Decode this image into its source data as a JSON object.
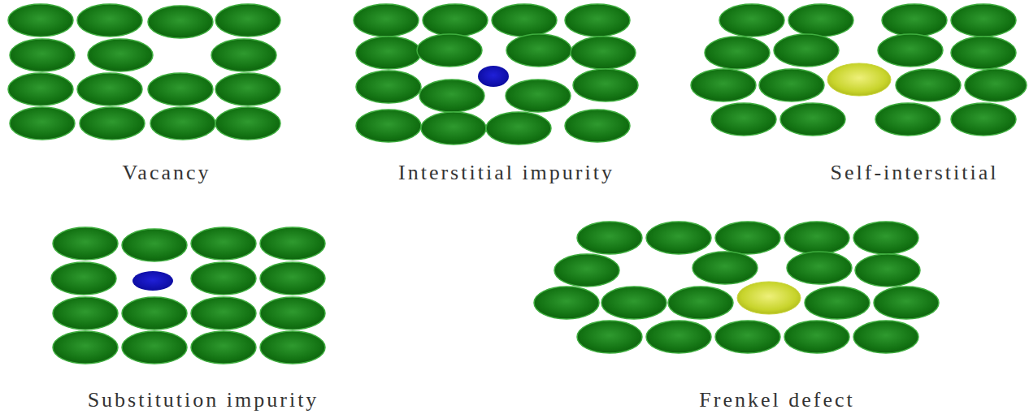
{
  "diagram": {
    "labels": [
      "Vacancy",
      "Interstitial impurity",
      "Self-interstitial",
      "Substitution impurity",
      "Frenkel defect"
    ]
  }
}
